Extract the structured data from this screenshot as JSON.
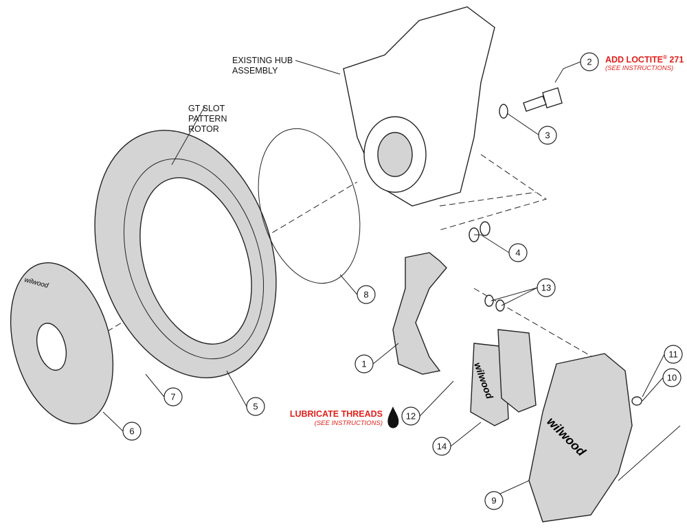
{
  "labels": {
    "hub": [
      "EXISTING HUB",
      "ASSEMBLY"
    ],
    "rotor": [
      "GT SLOT",
      "PATTERN",
      "ROTOR"
    ],
    "loctite": {
      "title": "ADD LOCTITE",
      "reg": "®",
      "num": " 271",
      "note": "(SEE INSTRUCTIONS)"
    },
    "lubricate": {
      "title": "LUBRICATE THREADS",
      "note": "(SEE INSTRUCTIONS)"
    }
  },
  "brand_marks": {
    "hat": "wilwood",
    "pad": "wilwood",
    "caliper": "wilwood"
  },
  "callouts": [
    "1",
    "2",
    "3",
    "4",
    "5",
    "6",
    "7",
    "8",
    "9",
    "10",
    "11",
    "12",
    "13",
    "14"
  ],
  "colors": {
    "accent_red": "#e0201c",
    "part_fill": "#d4d4d4"
  }
}
